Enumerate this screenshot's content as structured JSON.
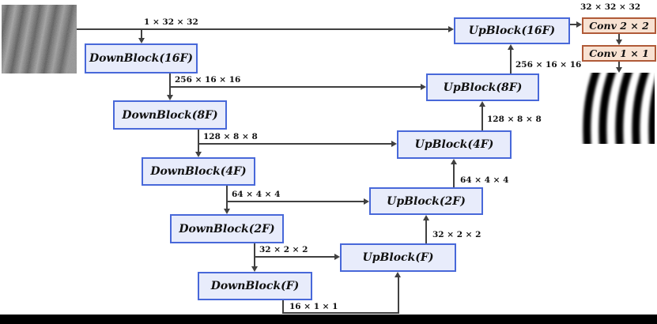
{
  "diagram": {
    "type": "u-net-architecture",
    "blocks": {
      "down16": "DownBlock(16F)",
      "down8": "DownBlock(8F)",
      "down4": "DownBlock(4F)",
      "down2": "DownBlock(2F)",
      "down1": "DownBlock(F)",
      "up1": "UpBlock(F)",
      "up2": "UpBlock(2F)",
      "up4": "UpBlock(4F)",
      "up8": "UpBlock(8F)",
      "up16": "UpBlock(16F)",
      "conv22": "Conv 2 × 2",
      "conv11": "Conv 1 × 1"
    },
    "labels": {
      "input": "1 × 32 × 32",
      "enc16_out": "256 × 16 × 16",
      "enc8_out": "128 × 8 × 8",
      "enc4_out": "64 × 4 × 4",
      "enc2_out": "32 × 2 × 2",
      "enc1_out": "16 × 1 × 1",
      "dec1_out": "32 × 2 × 2",
      "dec2_out": "64 × 4 × 4",
      "dec4_out": "128 × 8 × 8",
      "dec8_out": "256 × 16 × 16",
      "output": "32 × 32 × 32"
    },
    "images": {
      "input": "noisy-striped-grayscale-input",
      "output": "clean-striped-output"
    },
    "colors": {
      "block_border": "#4868d9",
      "block_fill": "#e8ecfb",
      "conv_border": "#b05a38",
      "conv_fill": "#f8e2d2",
      "line": "#404040",
      "bottom_bar": "#000000"
    }
  }
}
